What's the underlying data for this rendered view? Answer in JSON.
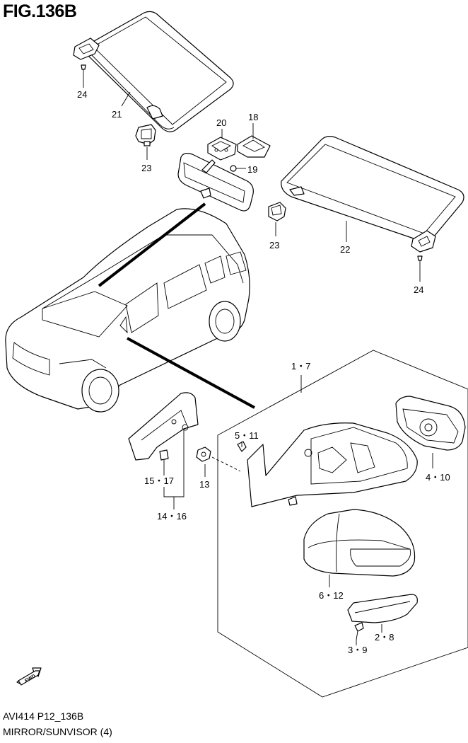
{
  "figure": {
    "title": "FIG.136B",
    "code": "AVI414 P12_136B",
    "name": "MIRROR/SUNVISOR (4)",
    "fwd": "FWD"
  },
  "callouts": {
    "c24a": "24",
    "c21": "21",
    "c23a": "23",
    "c20": "20",
    "c18": "18",
    "c19": "19",
    "c23b": "23",
    "c22": "22",
    "c24b": "24",
    "c1_7": "1・7",
    "c5_11": "5・11",
    "c4_10": "4・10",
    "c15_17": "15・17",
    "c13": "13",
    "c14_16": "14・16",
    "c6_12": "6・12",
    "c2_8": "2・8",
    "c3_9": "3・9"
  }
}
